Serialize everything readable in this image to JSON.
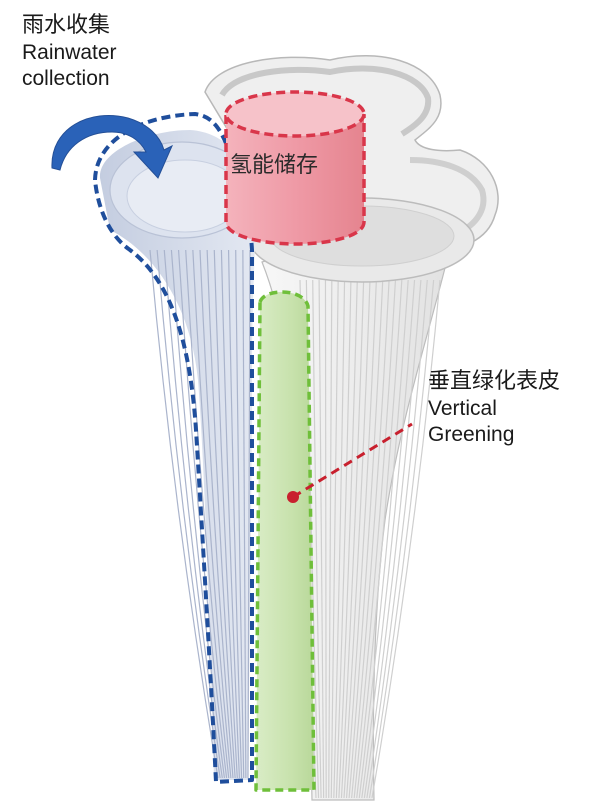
{
  "labels": {
    "rainwater": {
      "zh": "雨水收集",
      "en": "Rainwater\ncollection"
    },
    "hydrogen": {
      "zh": "氢能储存"
    },
    "greening": {
      "zh": "垂直绿化表皮",
      "en_line1": "Vertical",
      "en_line2": "Greening"
    },
    "rain_en_line1": "Rainwater",
    "rain_en_line2": "collection"
  },
  "colors": {
    "rainwater_outline": "#1f4e9c",
    "rainwater_fill": "#cfd8ea",
    "rainwater_arrow": "#2a62b8",
    "hydrogen_outline": "#d9364a",
    "hydrogen_fill": "#f0a4ae",
    "greening_outline": "#6fbf3a",
    "greening_fill": "#cfe6b8",
    "leader_line": "#c8202e",
    "structure": "#f2f2f2",
    "structure_line": "#c9c9c9"
  }
}
